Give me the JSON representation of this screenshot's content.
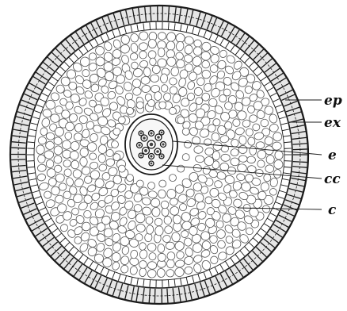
{
  "figure": {
    "labels": {
      "ep": "ep",
      "ex": "ex",
      "e": "e",
      "cc": "cc",
      "c": "c"
    },
    "colors": {
      "ink": "#1a1a1a",
      "paper": "#ffffff",
      "epidermis_fill": "#d9d9d9",
      "cortex_cell_stroke": "#555555"
    },
    "parts": [
      "epidermis",
      "exodermis",
      "endodermis",
      "central-cylinder",
      "cortex"
    ]
  }
}
